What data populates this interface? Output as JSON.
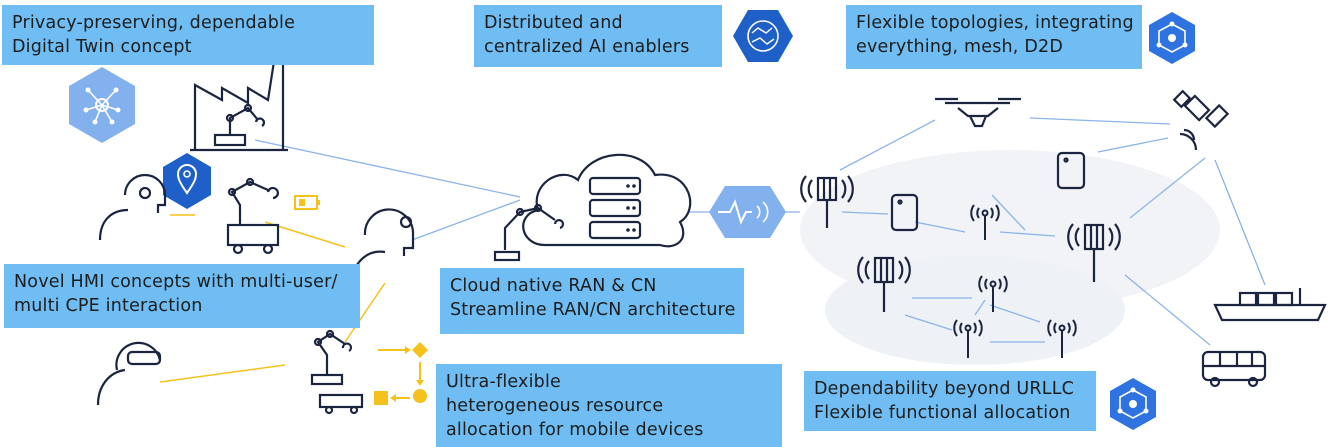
{
  "labels": {
    "digital_twin": [
      "Privacy-preserving, dependable",
      "Digital Twin concept"
    ],
    "ai_enablers": [
      "Distributed and",
      "centralized AI enablers"
    ],
    "topologies": [
      "Flexible topologies, integrating",
      "everything, mesh, D2D"
    ],
    "hmi": [
      "Novel HMI concepts with multi-user/",
      "multi CPE interaction"
    ],
    "cloud_ran": [
      "Cloud native RAN & CN",
      "Streamline RAN/CN architecture"
    ],
    "resource_allocation": [
      "Ultra-flexible",
      "heterogeneous resource",
      "allocation for mobile devices"
    ],
    "dependability": [
      "Dependability beyond URLLC",
      "Flexible functional allocation"
    ]
  },
  "colors": {
    "label_bg": "#6fbdf3",
    "hex_light": "#82b1ee",
    "hex_dark": "#1f5fc8",
    "hex_mid": "#2f73e0",
    "link_blue": "#8ab4ea",
    "link_yellow": "#f5c21b",
    "icon_stroke": "#1b2540"
  }
}
